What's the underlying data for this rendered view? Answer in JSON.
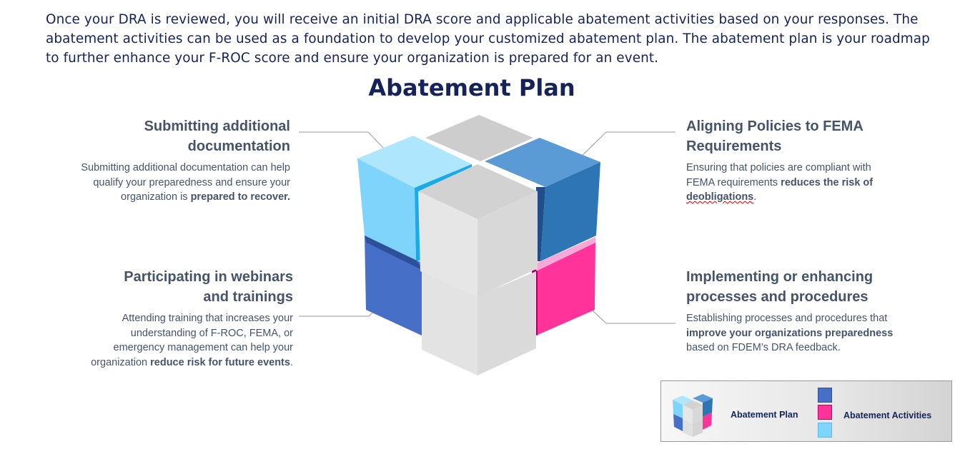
{
  "intro_text": "Once your DRA is reviewed, you will receive an initial DRA score and applicable abatement activities based on your responses. The abatement activities can be used as a foundation to develop your customized abatement plan.  The abatement plan is your roadmap to further enhance your F-ROC score and ensure your organization is prepared for an event.",
  "title": "Abatement Plan",
  "blocks": {
    "top_left": {
      "heading_line1": "Submitting additional",
      "heading_line2": "documentation",
      "text_a": "Submitting additional documentation can help qualify your preparedness and ensure your organization is ",
      "text_b": "prepared to recover."
    },
    "top_right": {
      "heading_line1": "Aligning Policies to FEMA",
      "heading_line2": "Requirements",
      "text_a": "Ensuring that policies are compliant with FEMA requirements ",
      "text_b": "reduces the risk of ",
      "text_c": "deobligations",
      "text_d": "."
    },
    "bottom_left": {
      "heading_line1": "Participating in webinars",
      "heading_line2": "and trainings",
      "text_a": "Attending training that increases your understanding of F-ROC, FEMA, or emergency management can help your organization ",
      "text_b": "reduce risk for future events",
      "text_c": "."
    },
    "bottom_right": {
      "heading_line1": "Implementing or enhancing",
      "heading_line2": "processes and procedures",
      "text_a": "Establishing processes and procedures that ",
      "text_b": "improve your organizations preparedness",
      "text_c": " based on FDEM’s DRA feedback."
    }
  },
  "legend": {
    "plan_label": "Abatement Plan",
    "activities_label": "Abatement Activities"
  },
  "colors": {
    "title": "#14235a",
    "body_text": "#44546a",
    "light_blue": "#7fd4fc",
    "mid_blue": "#3a7dc0",
    "dark_blue": "#4670c8",
    "magenta": "#ff3399",
    "gray": "#d4d4d4"
  }
}
